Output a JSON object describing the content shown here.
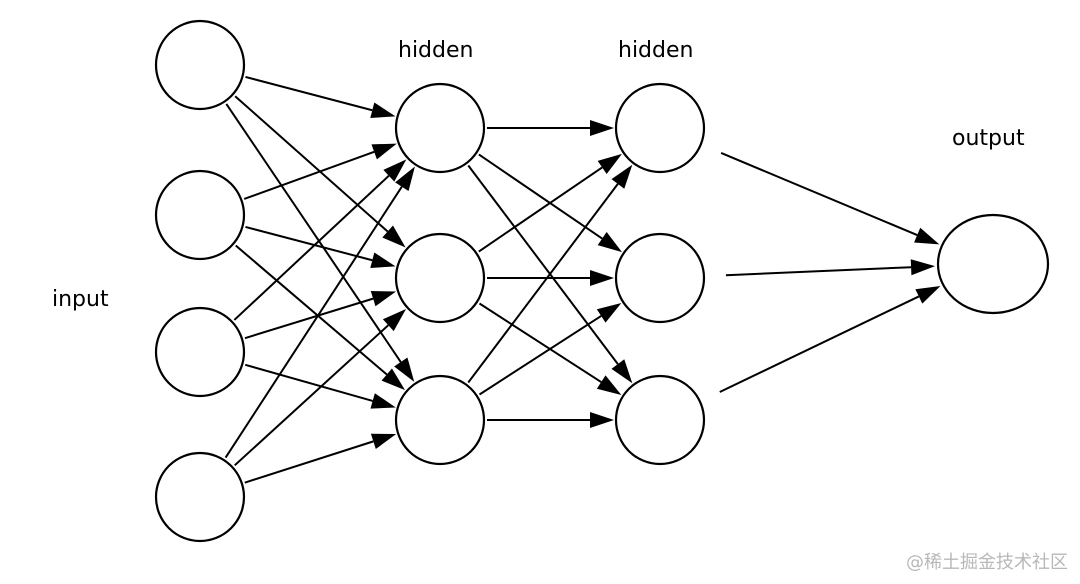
{
  "layers": [
    {
      "id": "input",
      "label": "input",
      "nodes": 4
    },
    {
      "id": "hidden1",
      "label": "hidden",
      "nodes": 3
    },
    {
      "id": "hidden2",
      "label": "hidden",
      "nodes": 3
    },
    {
      "id": "output",
      "label": "output",
      "nodes": 1
    }
  ],
  "connections": "fully-connected",
  "watermark": "@稀土掘金技术社区",
  "colors": {
    "stroke": "#000000",
    "background": "#ffffff",
    "watermark": "#b8b8b8"
  }
}
